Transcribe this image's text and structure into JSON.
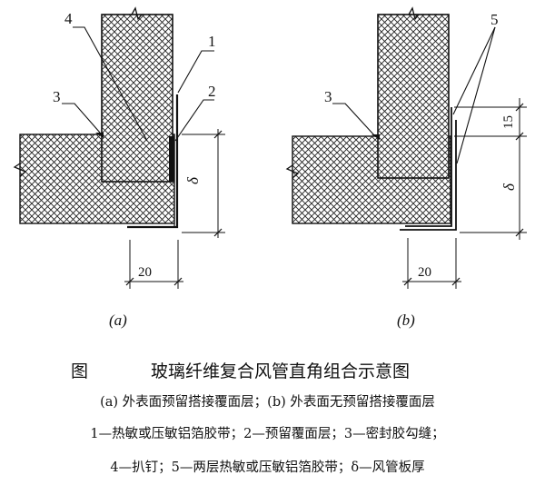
{
  "figure_label": "图",
  "title": "玻璃纤维复合风管直角组合示意图",
  "panels": [
    {
      "id": "a",
      "sublabel": "(a)",
      "callouts": [
        "1",
        "2",
        "3",
        "4"
      ],
      "dimension_width": "20",
      "dimension_thickness": "δ"
    },
    {
      "id": "b",
      "sublabel": "(b)",
      "callouts": [
        "3",
        "5"
      ],
      "dimension_width": "20",
      "dimension_offset": "15",
      "dimension_thickness": "δ"
    }
  ],
  "legend": {
    "line1": "(a) 外表面预留搭接覆面层；(b) 外表面无预留搭接覆面层",
    "line2": "1—热敏或压敏铝箔胶带；2—预留覆面层；3—密封胶勾缝；",
    "line3": "4—扒钉；5—两层热敏或压敏铝箔胶带；δ—风管板厚"
  },
  "colors": {
    "ink": "#111111",
    "background": "#ffffff"
  }
}
